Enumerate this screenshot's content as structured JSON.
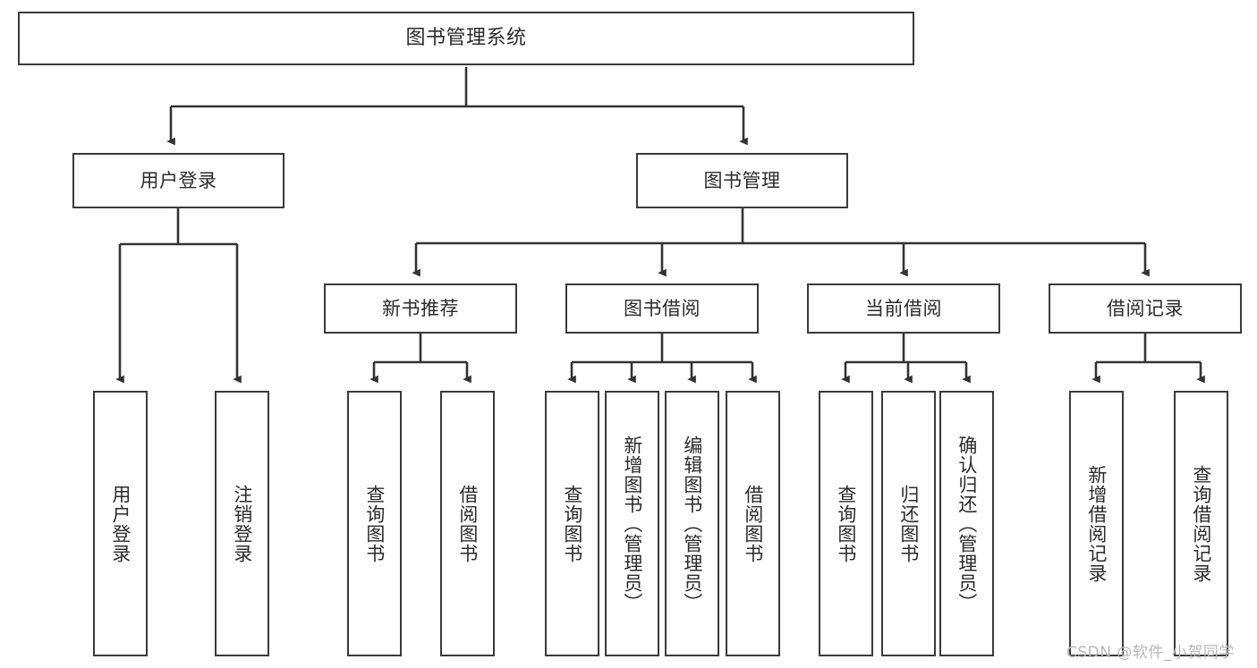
{
  "diagram": {
    "type": "tree-hierarchy",
    "title": "图书管理系统",
    "watermark": "CSDN @软件_小贺同学",
    "colors": {
      "box_border": "#3a3a3a",
      "box_fill": "#ffffff",
      "text": "#2b2b2b",
      "edge": "#333333",
      "watermark": "#b8b8b8",
      "background": "#ffffff"
    },
    "levels": {
      "level0": [
        {
          "id": "root",
          "label": "图书管理系统",
          "orientation": "horizontal"
        }
      ],
      "level1": [
        {
          "id": "user-login",
          "label": "用户登录",
          "orientation": "horizontal"
        },
        {
          "id": "book-manage",
          "label": "图书管理",
          "orientation": "horizontal"
        }
      ],
      "level2": [
        {
          "id": "new-book-rec",
          "label": "新书推荐",
          "orientation": "horizontal"
        },
        {
          "id": "book-borrow",
          "label": "图书借阅",
          "orientation": "horizontal"
        },
        {
          "id": "current-borrow",
          "label": "当前借阅",
          "orientation": "horizontal"
        },
        {
          "id": "borrow-record",
          "label": "借阅记录",
          "orientation": "horizontal"
        }
      ],
      "level3": [
        {
          "id": "leaf-user-login",
          "label": "用户登录",
          "parent": "user-login",
          "orientation": "vertical"
        },
        {
          "id": "leaf-logout",
          "label": "注销登录",
          "parent": "user-login",
          "orientation": "vertical"
        },
        {
          "id": "leaf-query-book-1",
          "label": "查询图书",
          "parent": "new-book-rec",
          "orientation": "vertical"
        },
        {
          "id": "leaf-borrow-book-1",
          "label": "借阅图书",
          "parent": "new-book-rec",
          "orientation": "vertical"
        },
        {
          "id": "leaf-query-book-2",
          "label": "查询图书",
          "parent": "book-borrow",
          "orientation": "vertical"
        },
        {
          "id": "leaf-add-book",
          "label": "新增图书（管理员）",
          "parent": "book-borrow",
          "orientation": "vertical"
        },
        {
          "id": "leaf-edit-book",
          "label": "编辑图书（管理员）",
          "parent": "book-borrow",
          "orientation": "vertical"
        },
        {
          "id": "leaf-borrow-book-2",
          "label": "借阅图书",
          "parent": "book-borrow",
          "orientation": "vertical"
        },
        {
          "id": "leaf-query-book-3",
          "label": "查询图书",
          "parent": "current-borrow",
          "orientation": "vertical"
        },
        {
          "id": "leaf-return-book",
          "label": "归还图书",
          "parent": "current-borrow",
          "orientation": "vertical"
        },
        {
          "id": "leaf-confirm-return",
          "label": "确认归还（管理员）",
          "parent": "current-borrow",
          "orientation": "vertical"
        },
        {
          "id": "leaf-add-record",
          "label": "新增借阅记录",
          "parent": "borrow-record",
          "orientation": "vertical"
        },
        {
          "id": "leaf-query-record",
          "label": "查询借阅记录",
          "parent": "borrow-record",
          "orientation": "vertical"
        }
      ]
    }
  }
}
